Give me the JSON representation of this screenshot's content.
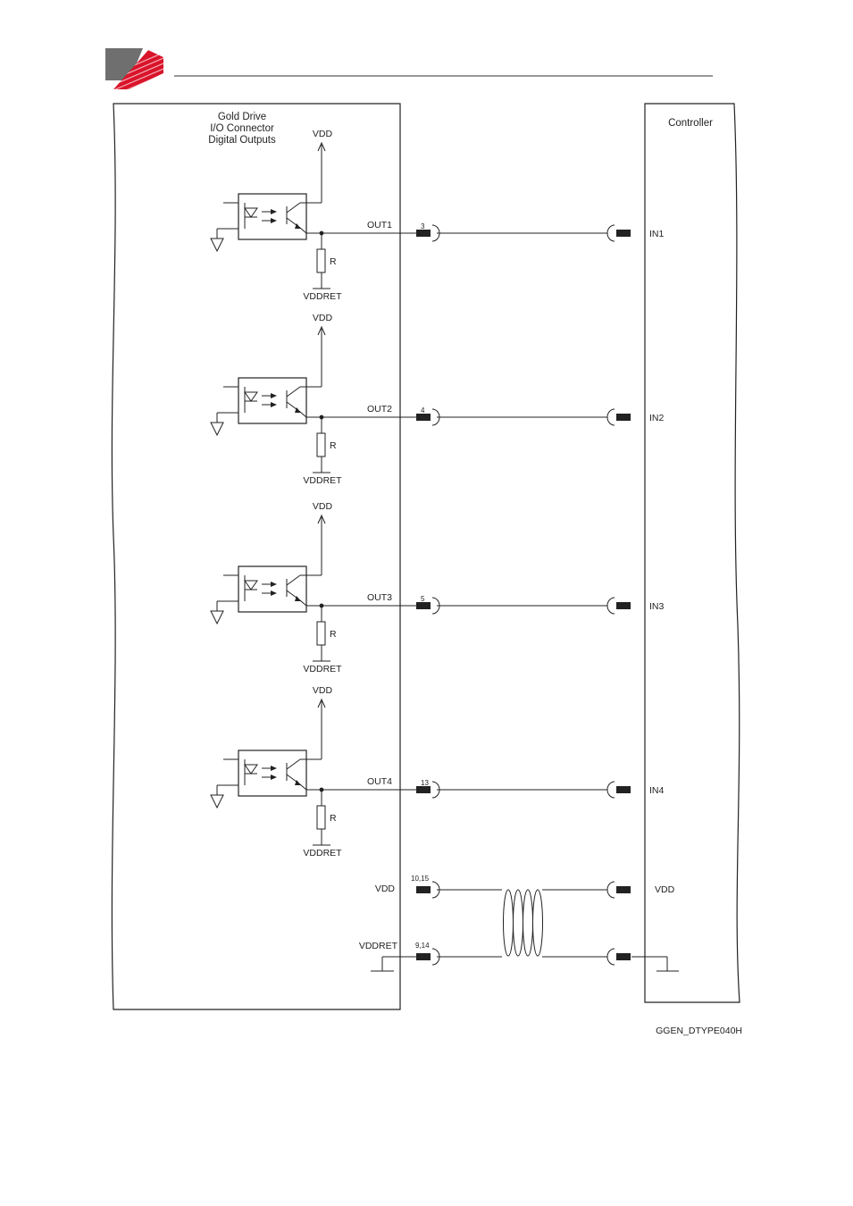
{
  "header": {
    "logo": "elmo-logo",
    "rule_color": "#333333"
  },
  "drive": {
    "title_lines": [
      "Gold Drive",
      "I/O Connector",
      "Digital Outputs"
    ],
    "channels": [
      {
        "vdd": "VDD",
        "out": "OUT1",
        "pin": "3",
        "r": "R",
        "ret": "VDDRET",
        "in": "IN1"
      },
      {
        "vdd": "VDD",
        "out": "OUT2",
        "pin": "4",
        "r": "R",
        "ret": "VDDRET",
        "in": "IN2"
      },
      {
        "vdd": "VDD",
        "out": "OUT3",
        "pin": "5",
        "r": "R",
        "ret": "VDDRET",
        "in": "IN3"
      },
      {
        "vdd": "VDD",
        "out": "OUT4",
        "pin": "13",
        "r": "R",
        "ret": "VDDRET",
        "in": "IN4"
      }
    ],
    "supply": {
      "vdd_label": "VDD",
      "vdd_pins": "10,15",
      "ret_label": "VDDRET",
      "ret_pins": "9,14"
    }
  },
  "controller": {
    "title": "Controller",
    "vdd_label": "VDD"
  },
  "figure_id": "GGEN_DTYPE040H",
  "colors": {
    "logo_red": "#d9142a",
    "logo_gray": "#6f6f6f",
    "line": "#222222"
  }
}
